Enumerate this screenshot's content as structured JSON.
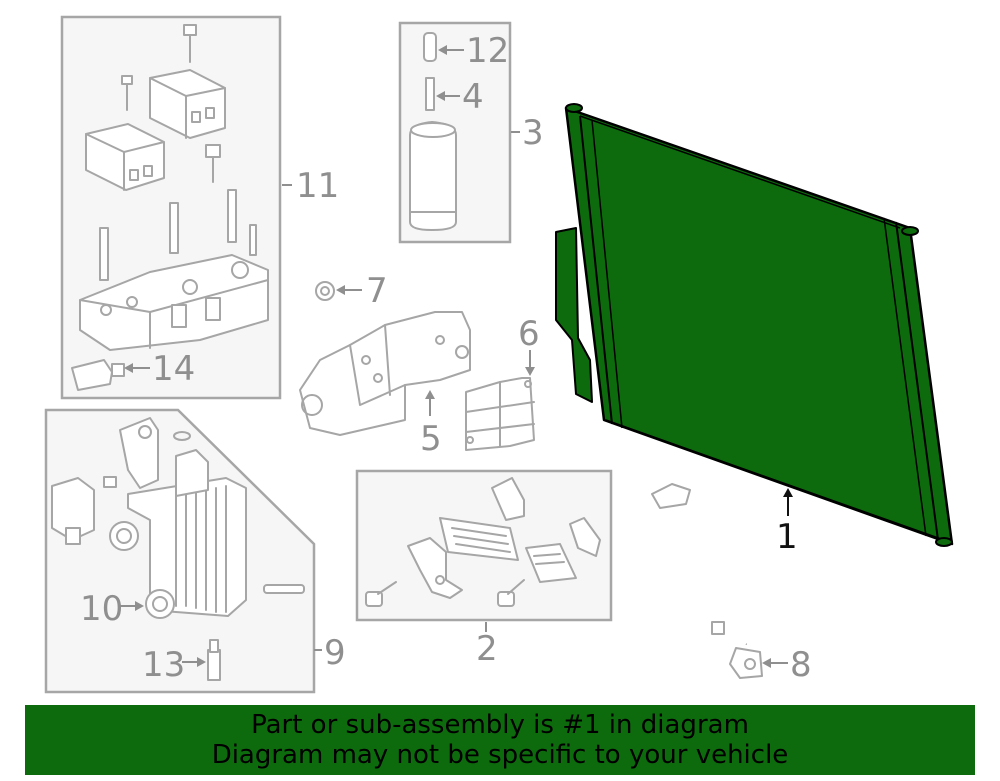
{
  "callouts": {
    "c1": "1",
    "c2": "2",
    "c3": "3",
    "c4": "4",
    "c5": "5",
    "c6": "6",
    "c7": "7",
    "c8": "8",
    "c9": "9",
    "c10": "10",
    "c11": "11",
    "c12": "12",
    "c13": "13",
    "c14": "14"
  },
  "highlight": {
    "part_number": "1",
    "color": "#0d6b0d"
  },
  "banner": {
    "line1": "Part or sub-assembly is #1 in diagram",
    "line2": "Diagram may not be specific to your vehicle",
    "background": "#0d6b0d"
  }
}
